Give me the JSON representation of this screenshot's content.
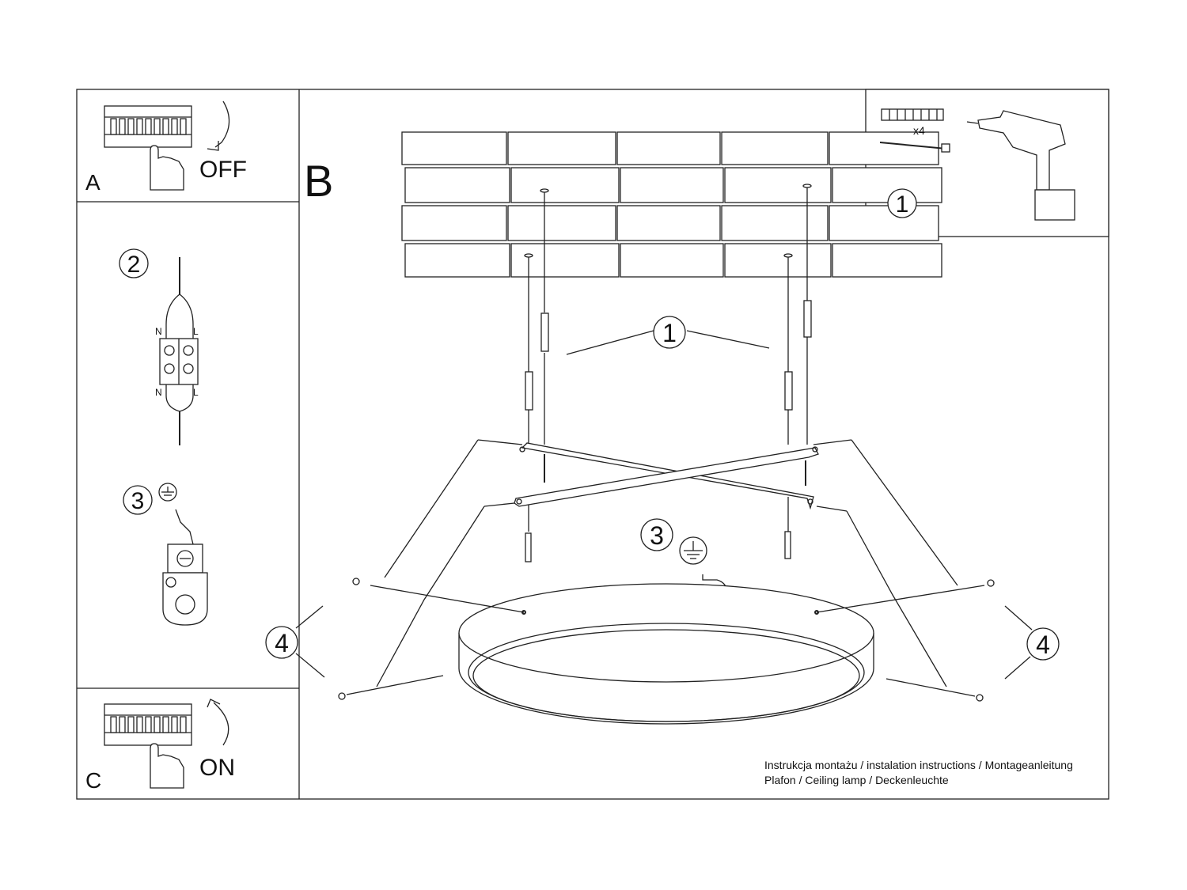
{
  "panels": {
    "a": {
      "letter": "A",
      "action": "OFF"
    },
    "b": {
      "letter": "B"
    },
    "c": {
      "letter": "C",
      "action": "ON"
    }
  },
  "steps": {
    "one": "1",
    "two": "2",
    "three": "3",
    "four": "4"
  },
  "tools": {
    "anchor_count": "x4"
  },
  "wiring": {
    "neutral": "N",
    "live": "L"
  },
  "caption": {
    "line1": "Instrukcja montażu / instalation instructions / Montageanleitung",
    "line2": "Plafon / Ceiling lamp / Deckenleuchte"
  },
  "icons": [
    "breaker-panel-icon",
    "hand-icon",
    "curved-arrow-icon",
    "wall-plug-icon",
    "screw-icon",
    "drill-icon",
    "terminal-block-icon",
    "ground-symbol-icon",
    "ground-terminal-icon",
    "mounting-bracket-icon",
    "ceiling-lamp-icon"
  ]
}
